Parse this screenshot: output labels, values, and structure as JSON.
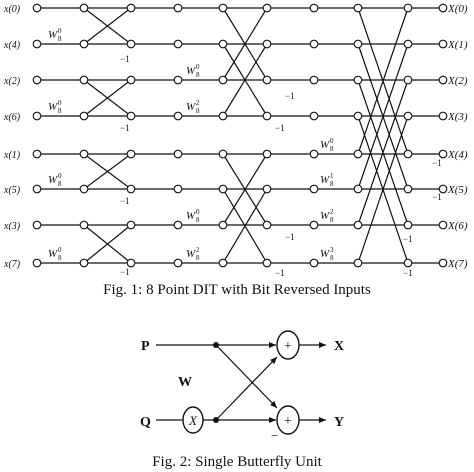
{
  "fig1": {
    "caption": "Fig. 1: 8 Point DIT with Bit Reversed Inputs",
    "inputs": [
      "x(0)",
      "x(4)",
      "x(2)",
      "x(6)",
      "x(1)",
      "x(5)",
      "x(3)",
      "x(7)"
    ],
    "outputs": [
      "X(0)",
      "X(1)",
      "X(2)",
      "X(3)",
      "X(4)",
      "X(5)",
      "X(6)",
      "X(7)"
    ],
    "negation": "−1",
    "twiddles": {
      "stage1": [
        "W80",
        "W80",
        "W80",
        "W80"
      ],
      "stage2": [
        "W80",
        "W82",
        "W80",
        "W82"
      ],
      "stage3": [
        "W80",
        "W81",
        "W82",
        "W83"
      ]
    }
  },
  "fig2": {
    "caption": "Fig. 2: Single Butterfly Unit",
    "input_top": "P",
    "input_bottom": "Q",
    "weight": "W",
    "multiplier_symbol": "X",
    "adder_symbol": "+",
    "output_top": "X",
    "output_bottom": "Y",
    "minus": "−"
  }
}
